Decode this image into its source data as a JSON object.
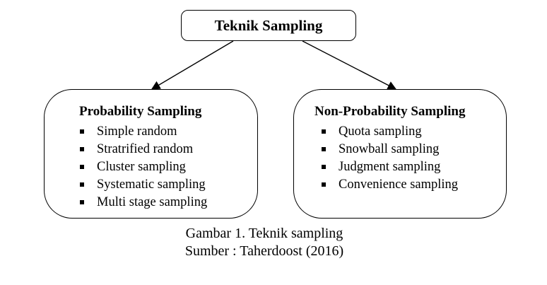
{
  "root": {
    "title": "Teknik Sampling"
  },
  "branches": [
    {
      "title": "Probability Sampling",
      "items": [
        "Simple random",
        "Stratrified random",
        "Cluster sampling",
        "Systematic sampling",
        "Multi stage sampling"
      ]
    },
    {
      "title": "Non-Probability Sampling",
      "items": [
        "Quota sampling",
        "Snowball sampling",
        "Judgment sampling",
        "Convenience sampling"
      ]
    }
  ],
  "caption": {
    "figure": "Gambar 1. Teknik sampling",
    "source": "Sumber : Taherdoost (2016)"
  },
  "colors": {
    "line": "#000000",
    "background": "#ffffff"
  },
  "icons": {
    "bullet": "square-bullet-icon",
    "arrowhead": "arrowhead-icon"
  }
}
